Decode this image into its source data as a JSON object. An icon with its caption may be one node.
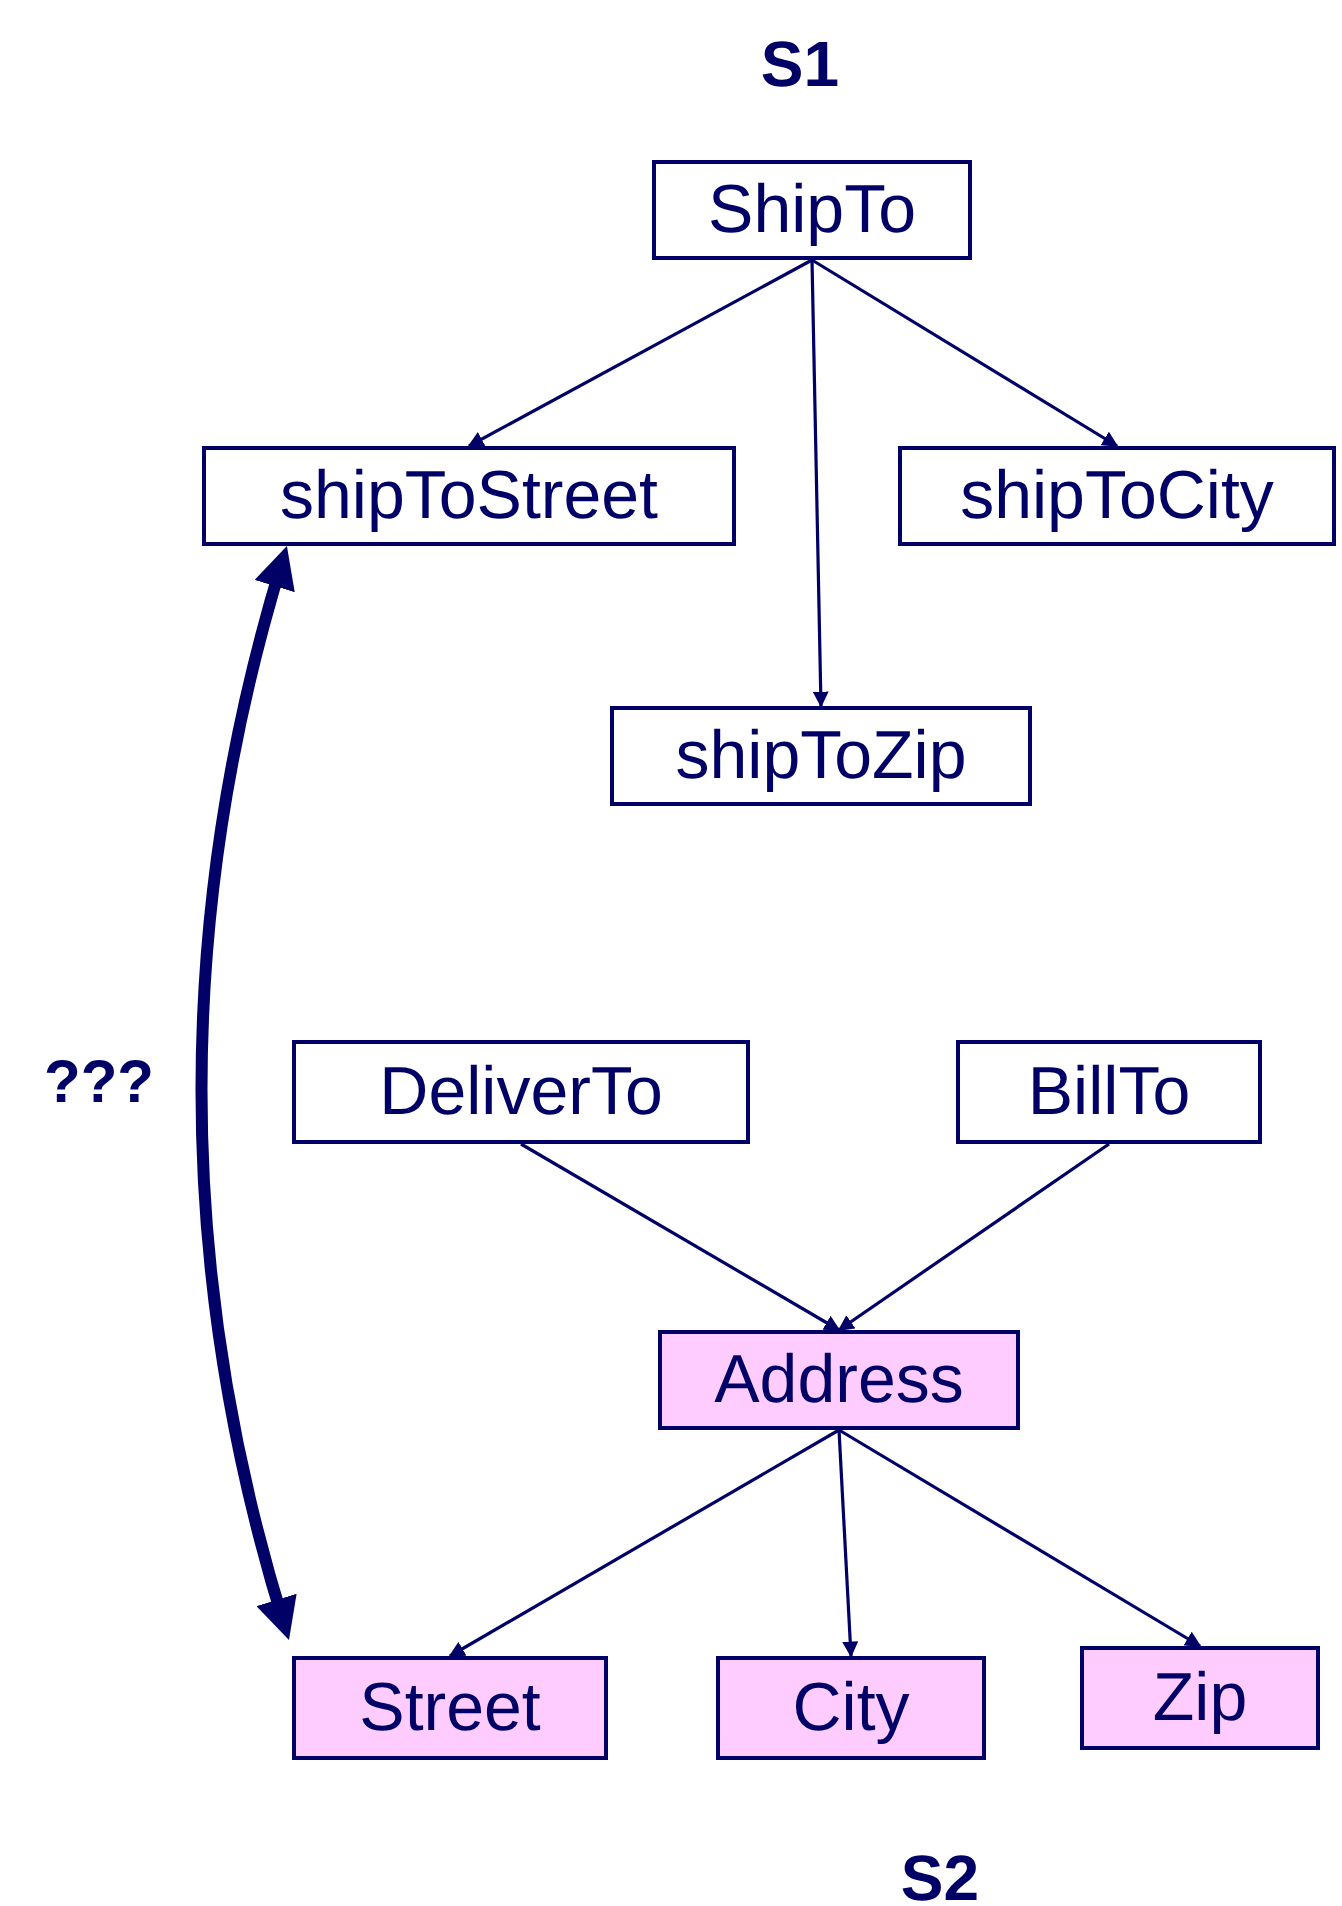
{
  "diagram": {
    "nodes": [
      {
        "text": [
          "ShipTo"
        ]
      },
      {
        "text": [
          "shipToStreet"
        ]
      },
      {
        "text": [
          "shipToCity"
        ]
      },
      {
        "text": [
          "shipToZip"
        ]
      },
      {
        "text": [
          "DeliverTo"
        ]
      },
      {
        "text": [
          "BillTo"
        ]
      },
      {
        "text": [
          "Address"
        ]
      },
      {
        "text": [
          "Street"
        ]
      },
      {
        "text": [
          "City"
        ]
      },
      {
        "text": [
          "Zip"
        ]
      }
    ],
    "edges": [
      {
        "from": 0,
        "to": 1,
        "arrow": "to"
      },
      {
        "from": 0,
        "to": 3,
        "arrow": "to"
      },
      {
        "from": 0,
        "to": 2,
        "arrow": "to"
      },
      {
        "from": 4,
        "to": 6,
        "arrow": "to"
      },
      {
        "from": 5,
        "to": 6,
        "arrow": "to"
      },
      {
        "from": 6,
        "to": 7,
        "arrow": "to"
      },
      {
        "from": 6,
        "to": 8,
        "arrow": "to"
      },
      {
        "from": 6,
        "to": 9,
        "arrow": "to"
      },
      {
        "from": 1,
        "to": 7,
        "arrow": "both",
        "style": "thick",
        "label": "???"
      }
    ],
    "labels": [
      "S1",
      "S2"
    ]
  }
}
